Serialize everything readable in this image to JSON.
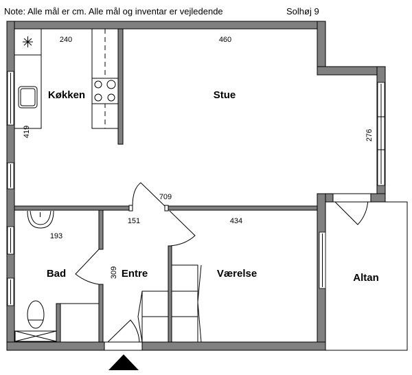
{
  "header": {
    "note": "Note: Alle mål er cm. Alle mål og inventar er vejledende",
    "address": "Solhøj 9"
  },
  "rooms": {
    "kitchen": "Køkken",
    "living": "Stue",
    "bath": "Bad",
    "entrance": "Entre",
    "bedroom": "Værelse",
    "balcony": "Altan"
  },
  "dimensions": {
    "kitchen_width": "240",
    "living_width": "460",
    "kitchen_depth": "419",
    "living_depth": "276",
    "total_width": "709",
    "entrance_width": "151",
    "bedroom_width": "434",
    "bath_width": "193",
    "entrance_depth": "309"
  },
  "colors": {
    "wall": "#808080",
    "line": "#000000"
  }
}
